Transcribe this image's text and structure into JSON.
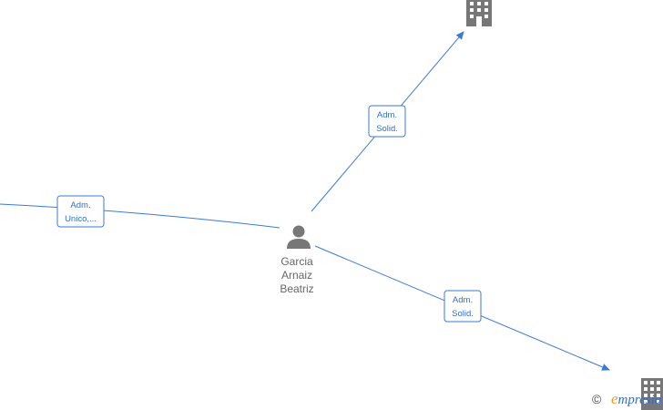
{
  "diagram": {
    "person": {
      "name_lines": [
        "Garcia",
        "Arnaiz",
        "Beatriz"
      ],
      "icon": "person-icon"
    },
    "companies": [
      {
        "id": "company-top",
        "icon": "building-icon"
      },
      {
        "id": "company-bottom-right",
        "icon": "building-icon"
      }
    ],
    "edges": [
      {
        "id": "edge-left",
        "label_lines": [
          "Adm.",
          "Unico,..."
        ]
      },
      {
        "id": "edge-top",
        "label_lines": [
          "Adm.",
          "Solid."
        ]
      },
      {
        "id": "edge-bottom",
        "label_lines": [
          "Adm.",
          "Solid."
        ]
      }
    ]
  },
  "footer": {
    "copyright_symbol": "©",
    "brand_first": "e",
    "brand_rest": "mpresia"
  },
  "colors": {
    "edge": "#3a7bd5",
    "icon": "#777777",
    "label_border": "#3a7bd5",
    "label_text": "#2f6fce"
  }
}
